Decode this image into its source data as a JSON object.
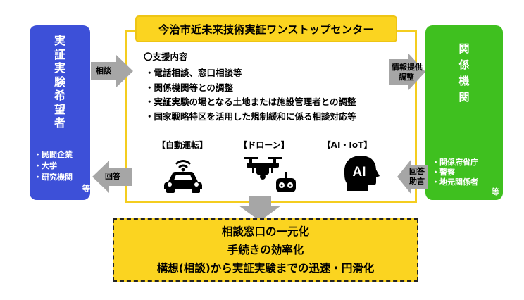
{
  "left": {
    "title_chars": [
      "実",
      "証",
      "実",
      "験",
      "希",
      "望",
      "者"
    ],
    "items": [
      "・民間企業",
      "・大学",
      "・研究機関",
      "等"
    ]
  },
  "right": {
    "title_chars": [
      "関",
      "係",
      "機",
      "関"
    ],
    "items": [
      "・関係府省庁",
      "・警察",
      "・地元関係者",
      "等"
    ]
  },
  "center": {
    "title": "今治市近未来技術実証ワンストップセンター",
    "support_heading": "〇支援内容",
    "support_items": [
      "・電話相談、窓口相談等",
      "・関係機関等との調整",
      "・実証実験の場となる土地または施設管理者との調整",
      "・国家戦略特区を活用した規制緩和に係る相談対応等"
    ],
    "categories": [
      "【自動運転】",
      "【ドローン】",
      "【AI・IoT】"
    ],
    "ai_icon_text": "AI"
  },
  "arrows": {
    "consult": "相談",
    "answer_left": "回答",
    "info_line1": "情報提供",
    "info_line2": "調整",
    "answer_right_line1": "回答",
    "answer_right_line2": "助言"
  },
  "result": {
    "lines": [
      "相談窓口の一元化",
      "手続きの効率化",
      "構想(相談)から実証実験までの迅速・円滑化"
    ]
  },
  "colors": {
    "left_box": "#3d50d8",
    "right_box": "#3fc01f",
    "yellow": "#fbd420",
    "arrow_gray": "#a6a6a6"
  },
  "icons": [
    "car-icon",
    "drone-icon",
    "ai-head-icon"
  ]
}
